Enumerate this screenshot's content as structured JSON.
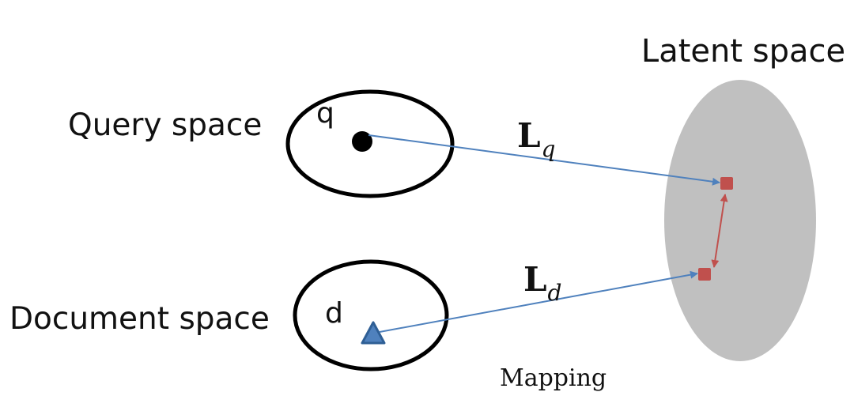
{
  "labels": {
    "latent_space": "Latent space",
    "query_space": "Query space",
    "document_space": "Document space",
    "query_symbol": "q",
    "document_symbol": "d",
    "mapping": "Mapping",
    "lq_main": "L",
    "lq_sub": "q",
    "ld_main": "L",
    "ld_sub": "d"
  },
  "colors": {
    "latent_fill": "#c0c0c0",
    "arrow_blue": "#4f81bd",
    "arrow_red": "#c0504d",
    "triangle": "#4f81bd",
    "point": "#000000"
  }
}
